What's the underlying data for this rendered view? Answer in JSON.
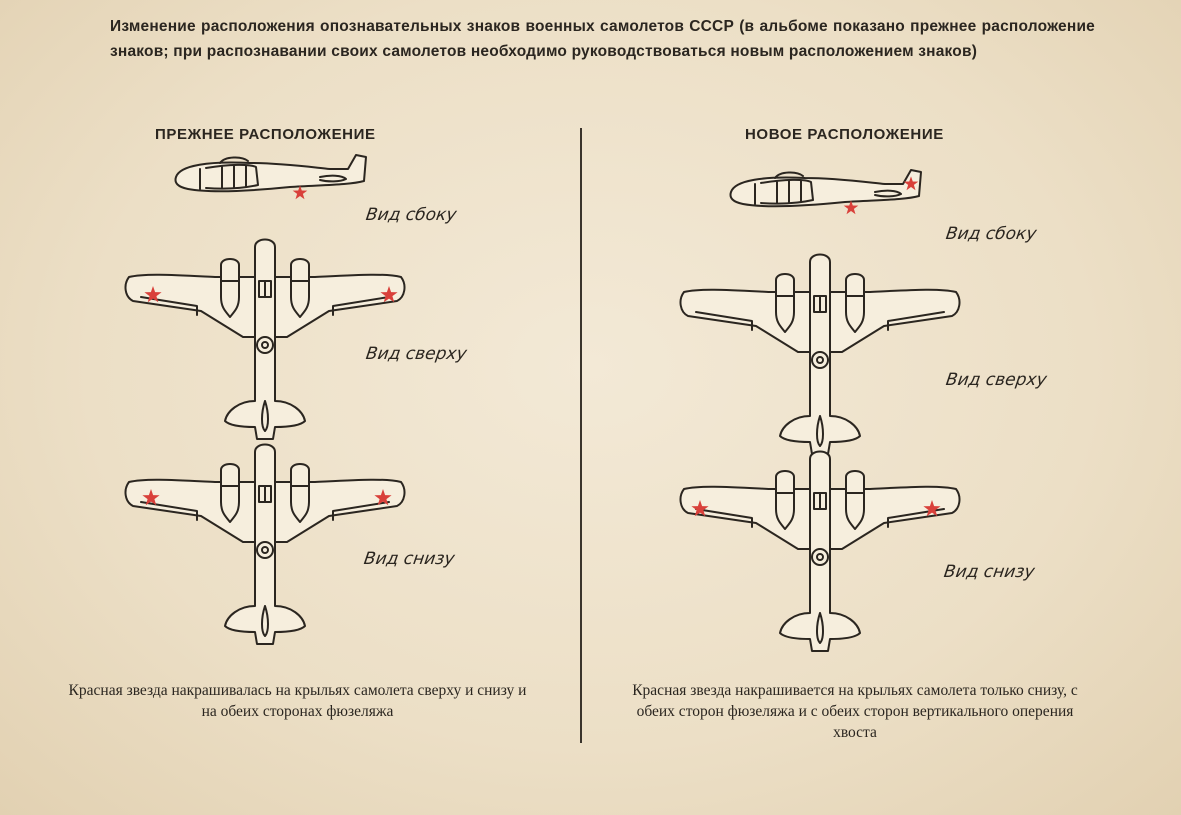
{
  "intro_text": "Изменение расположения опознавательных знаков военных самолетов СССР (в альбоме показано прежнее расположение знаков; при распознавании своих самолетов необходимо руководствоваться новым расположением знаков)",
  "old": {
    "title": "ПРЕЖНЕЕ РАСПОЛОЖЕНИЕ",
    "side_label": "Вид сбоку",
    "top_label": "Вид сверху",
    "bottom_label": "Вид снизу",
    "caption": "Красная звезда накрашивалась на крыльях самолета сверху и снизу и на обеих сторонах фюзеляжа"
  },
  "new": {
    "title": "НОВОЕ РАСПОЛОЖЕНИЕ",
    "side_label": "Вид сбоку",
    "top_label": "Вид сверху",
    "bottom_label": "Вид снизу",
    "caption": "Красная звезда накрашивается на крыльях самолета только снизу, с обеих сторон фюзеляжа и с обеих сторон вертикального оперения хвоста"
  },
  "colors": {
    "star": "#d9403a",
    "ink": "#2b2620",
    "paper": "#efe4cf"
  }
}
